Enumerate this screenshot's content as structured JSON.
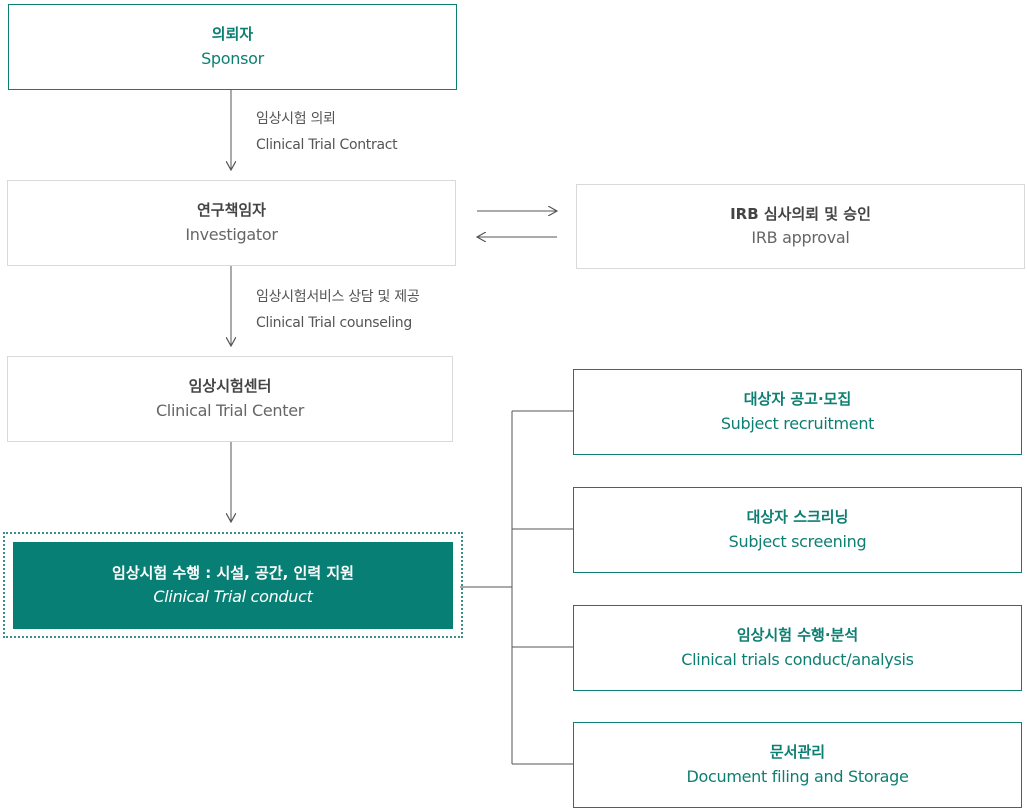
{
  "sponsor": {
    "ko": "의뢰자",
    "en": "Sponsor"
  },
  "contract": {
    "ko": "임상시험 의뢰",
    "en": "Clinical Trial Contract"
  },
  "investigator": {
    "ko": "연구책임자",
    "en": "Investigator"
  },
  "irb": {
    "ko": "IRB 심사의뢰 및 승인",
    "en": "IRB approval"
  },
  "counseling": {
    "ko": "임상시험서비스 상담 및 제공",
    "en": "Clinical Trial counseling"
  },
  "center": {
    "ko": "임상시험센터",
    "en": "Clinical Trial Center"
  },
  "conduct": {
    "ko": "임상시험 수행 : 시설, 공간, 인력 지원",
    "en": "Clinical Trial conduct"
  },
  "branches": [
    {
      "ko": "대상자 공고·모집",
      "en": "Subject recruitment"
    },
    {
      "ko": "대상자 스크리닝",
      "en": "Subject screening"
    },
    {
      "ko": "임상시험 수행·분석",
      "en": "Clinical trials conduct/analysis"
    },
    {
      "ko": "문서관리",
      "en": "Document filing and Storage"
    }
  ],
  "colors": {
    "accent": "#0d7f72",
    "solid_fill": "#087f74",
    "gray_border": "#d9d9d9"
  }
}
